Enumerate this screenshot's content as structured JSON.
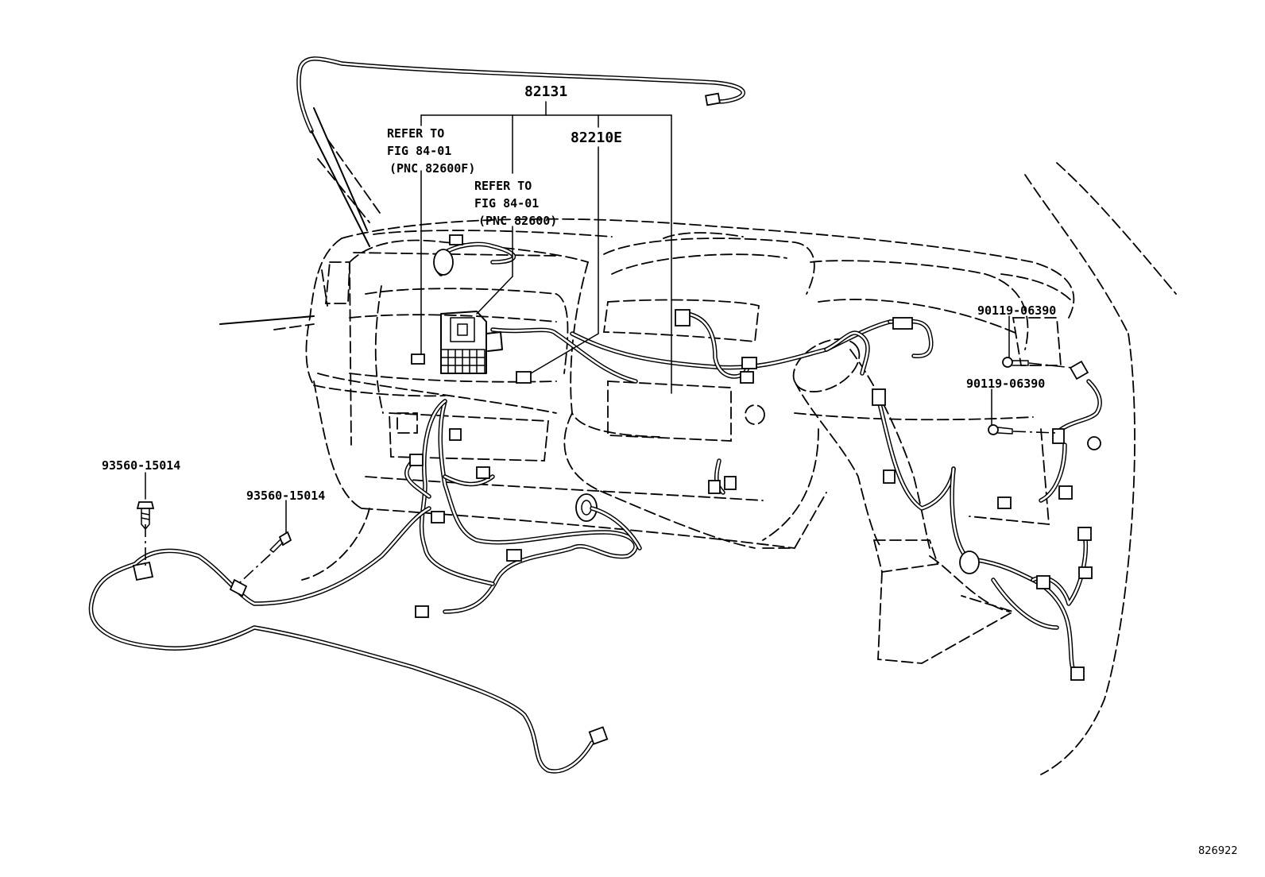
{
  "labels": {
    "part_82131": "82131",
    "part_82210e": "82210E",
    "refer1_line1": "REFER TO",
    "refer1_line2": "FIG 84-01",
    "refer1_line3": "(PNC 82600F)",
    "refer2_line1": "REFER TO",
    "refer2_line2": "FIG 84-01",
    "refer2_line3": "(PNC 82600)",
    "bolt_a": "90119-06390",
    "bolt_b": "90119-06390",
    "screw_a": "93560-15014",
    "screw_b": "93560-15014",
    "figure_code": "826922"
  }
}
